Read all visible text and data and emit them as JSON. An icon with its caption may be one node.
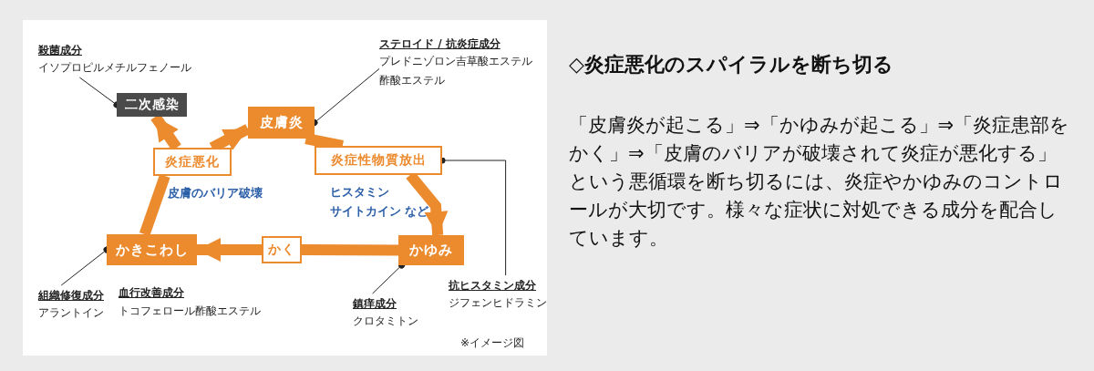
{
  "diagram": {
    "title": "◇炎症悪化のスパイラルを断ち切る",
    "nodes": [
      {
        "text": [
          "殺菌成分",
          "イソプロピルメチルフェノール"
        ]
      },
      {
        "text": [
          "二次感染"
        ]
      },
      {
        "text": [
          "ステロイド / 抗炎症成分",
          "プレドニゾロン吉草酸エステル酢酸エステル"
        ]
      },
      {
        "text": [
          "皮膚炎"
        ]
      },
      {
        "text": [
          "炎症悪化"
        ]
      },
      {
        "text": [
          "炎症性物質放出"
        ]
      },
      {
        "text": [
          "かきこわし"
        ]
      },
      {
        "text": [
          "かく"
        ]
      },
      {
        "text": [
          "かゆみ"
        ]
      },
      {
        "text": [
          "組織修復成分",
          "アラントイン"
        ]
      },
      {
        "text": [
          "鎮痒成分",
          "クロタミトン"
        ]
      },
      {
        "text": [
          "抗ヒスタミン成分",
          "ジフェンヒドラミン"
        ]
      }
    ],
    "edges": [
      {
        "from": 3,
        "to": 5,
        "arrow": "none"
      },
      {
        "from": 5,
        "to": 8,
        "arrow": "to"
      },
      {
        "from": 8,
        "to": 7,
        "arrow": "none"
      },
      {
        "from": 7,
        "to": 6,
        "arrow": "to"
      },
      {
        "from": 6,
        "to": 4,
        "arrow": "none"
      },
      {
        "from": 4,
        "to": 3,
        "arrow": "to"
      },
      {
        "from": 4,
        "to": 1,
        "arrow": "to"
      },
      {
        "from": 0,
        "to": 1,
        "arrow": "other",
        "color": "#222222"
      },
      {
        "from": 2,
        "to": 3,
        "arrow": "other",
        "color": "#222222"
      },
      {
        "from": 11,
        "to": 5,
        "arrow": "other",
        "color": "#222222"
      },
      {
        "from": 10,
        "to": 8,
        "arrow": "other",
        "color": "#222222"
      },
      {
        "from": 9,
        "to": 6,
        "arrow": "other",
        "color": "#222222"
      }
    ],
    "labels": [
      "皮膚のバリア破壊",
      "ヒスタミン",
      "サイトカイン など",
      "血行改善成分",
      "トコフェロール酢酸エステル",
      "※イメージ図",
      "「皮膚炎が起こる」⇒「かゆみが起こる」⇒「炎症患部をかく」⇒「皮膚のバリアが破壊されて炎症が悪化する」という悪循環を断ち切るには、炎症やかゆみのコントロールが大切です。様々な症状に対処できる成分を配合しています。"
    ]
  }
}
